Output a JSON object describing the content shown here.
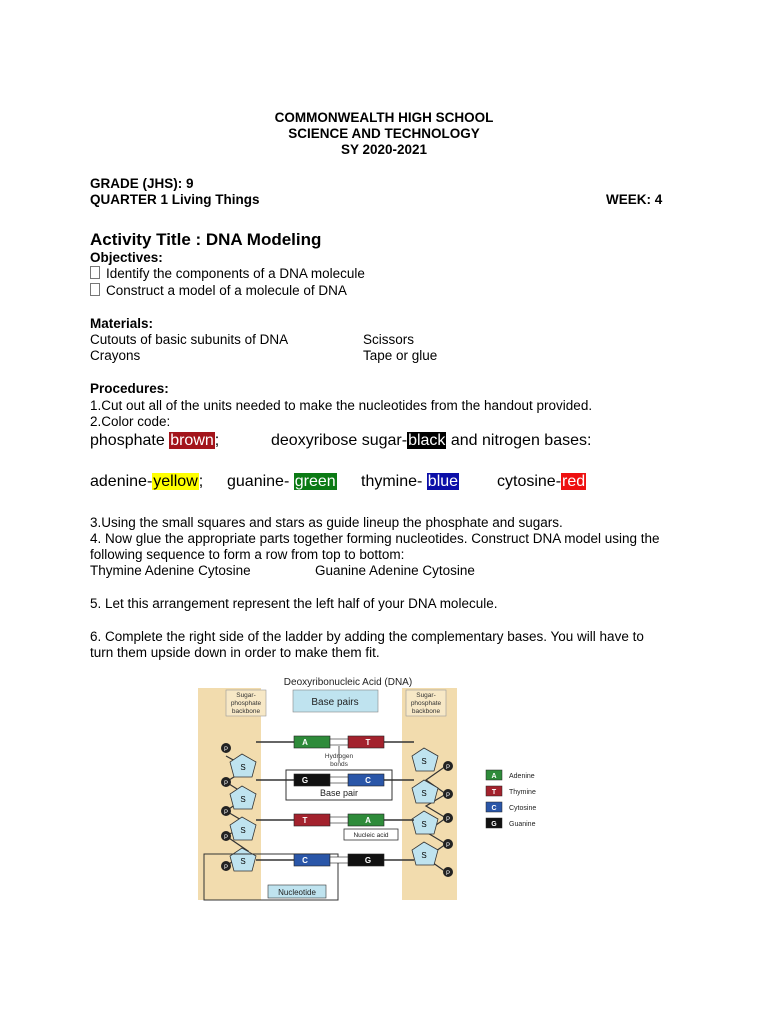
{
  "header": {
    "school": "COMMONWEALTH HIGH SCHOOL",
    "subject": "SCIENCE AND TECHNOLOGY",
    "sy": "SY 2020-2021"
  },
  "meta": {
    "grade": "GRADE (JHS): 9",
    "quarter": "QUARTER 1 Living Things",
    "week": "WEEK:  4"
  },
  "activity": {
    "title": "Activity Title : DNA Modeling",
    "objectives_heading": "Objectives:",
    "objectives": [
      "Identify the components of a DNA molecule",
      "Construct a model of a molecule of DNA"
    ]
  },
  "materials": {
    "heading": "Materials:",
    "col1": [
      "Cutouts of basic subunits of DNA",
      "Crayons"
    ],
    "col2": [
      "Scissors",
      "Tape or glue"
    ]
  },
  "procedures": {
    "heading": "Procedures:",
    "step1": "1.Cut out all of the units needed to make the nucleotides from the handout provided.",
    "step2": "2.Color code:",
    "color_line1": {
      "phosphate_label": "phosphate ",
      "phosphate_color_word": "brown",
      "sep1": ";",
      "sugar_label": "deoxyribose sugar-",
      "sugar_color_word": "black",
      "bases_label": " and nitrogen bases:"
    },
    "color_line2": {
      "adenine_label": "adenine-",
      "adenine_color_word": "yellow",
      "sep": ";",
      "guanine_label": "guanine- ",
      "guanine_color_word": "green",
      "thymine_label": "thymine- ",
      "thymine_color_word": "blue",
      "cytosine_label": "cytosine-",
      "cytosine_color_word": "red"
    },
    "step3": "3.Using the small squares and stars as guide lineup the phosphate and sugars.",
    "step4a": "4. Now glue the appropriate parts together forming nucleotides. Construct DNA model using the",
    "step4b": "following sequence to form a row from top to bottom:",
    "sequence_left": "Thymine Adenine Cytosine",
    "sequence_right": "Guanine Adenine Cytosine",
    "step5": "5. Let this arrangement represent the left half of your DNA molecule.",
    "step6a": "6. Complete the right side of the ladder by adding the complementary bases. You will have to",
    "step6b": "turn them upside down in order to make them fit."
  },
  "diagram": {
    "title": "Deoxyribonucleic Acid (DNA)",
    "backbone_label_lines": [
      "Sugar-",
      "phosphate",
      "backbone"
    ],
    "base_pairs_label": "Base pairs",
    "hydrogen_bonds_lines": [
      "Hydrogen",
      "bonds"
    ],
    "base_pair_label": "Base pair",
    "nucleic_acid_label": "Nucleic acid",
    "nucleotide_label": "Nucleotide",
    "sugar_letter": "S",
    "phosphate_letter": "P",
    "rows": [
      {
        "left": "A",
        "right": "T"
      },
      {
        "left": "G",
        "right": "C"
      },
      {
        "left": "T",
        "right": "A"
      },
      {
        "left": "C",
        "right": "G"
      }
    ],
    "legend": [
      {
        "letter": "A",
        "name": "Adenine",
        "color": "#2e8b3a"
      },
      {
        "letter": "T",
        "name": "Thymine",
        "color": "#a3222d"
      },
      {
        "letter": "C",
        "name": "Cytosine",
        "color": "#2a56a8"
      },
      {
        "letter": "G",
        "name": "Guanine",
        "color": "#111111"
      }
    ]
  },
  "colors": {
    "brown": "#a3141b",
    "black": "#000000",
    "yellow": "#ffff00",
    "green": "#0b7a14",
    "blue": "#0c0fa8",
    "red": "#ee1010",
    "backbone_band": "#f2dcae",
    "base_pairs_box": "#bfe3ef"
  }
}
